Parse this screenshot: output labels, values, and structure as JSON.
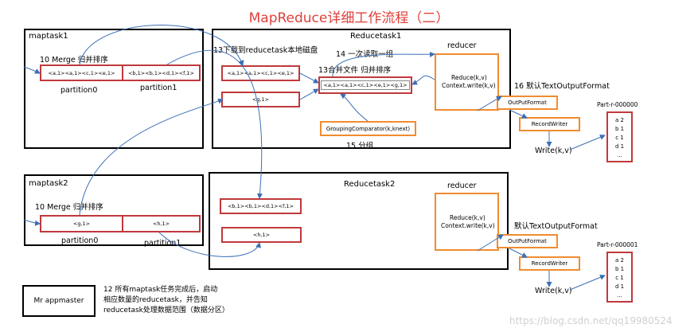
{
  "title": "MapReduce详细工作流程（二）",
  "maptask1": {
    "label": "maptask1",
    "merge_label": "10 Merge 归并排序",
    "partition0": "<a,1><a,1><c,1><e,1>",
    "partition1": "<b,1><b,1><d,1><f,1>",
    "partition0_label": "partition0",
    "partition1_label": "partition1"
  },
  "maptask2": {
    "label": "maptask2",
    "merge_label": "10 Merge 归并排序",
    "partition0": "<g,1>",
    "partition1": "<h,1>",
    "partition0_label": "partition0",
    "partition1_label": "partition1"
  },
  "reducetask1": {
    "label": "Reducetask1",
    "download_label": "13下载到reducetask本地磁盘",
    "buffer1": "<a,1><a,1><c,1><e,1>",
    "buffer2": "<g,1>",
    "merge_label": "13合并文件 归并排序",
    "merged": "<a,1><a,1><c,1><e,1><g,1>",
    "read_label": "14 一次读取一组",
    "reducer_label": "reducer",
    "reduce_text": "Reduce(k,v)",
    "context_text": "Context.write(k,v)",
    "grouping": "GroupingComparator(k,knext)",
    "group_label": "15 分组"
  },
  "reducetask2": {
    "label": "Reducetask2",
    "buffer1": "<b,1><b,1><d,1><f,1>",
    "buffer2": "<h,1>",
    "reducer_label": "reducer",
    "reduce_text": "Reduce(k,v)",
    "context_text": "Context.write(k,v)"
  },
  "output1": {
    "format_label": "16 默认TextOutputFormat",
    "outputformat": "OutPutFormat",
    "recordwriter": "RecordWriter",
    "write": "Write(k,v)",
    "file": "Part-r-000000",
    "lines": [
      "a 2",
      "b 1",
      "c 1",
      "d 1",
      "..."
    ]
  },
  "output2": {
    "format_label": "默认TextOutputFormat",
    "outputformat": "OutPutFormat",
    "recordwriter": "RecordWriter",
    "write": "Write(k,v)",
    "file": "Part-r-000001",
    "lines": [
      "a 2",
      "b 1",
      "c 1",
      "d 1",
      "..."
    ]
  },
  "appmaster": {
    "label": "Mr appmaster",
    "note_line1": "12 所有maptask任务完成后，启动",
    "note_line2": "相应数量的reducetask，并告知",
    "note_line3": "reducetask处理数据范围（数据分区）"
  },
  "watermark": "https://blog.csdn.net/qq19980524",
  "colors": {
    "title": "#e0403a",
    "red_box": "#c0393b",
    "orange_box": "#f08c30",
    "arrow": "#3b6fb5"
  }
}
